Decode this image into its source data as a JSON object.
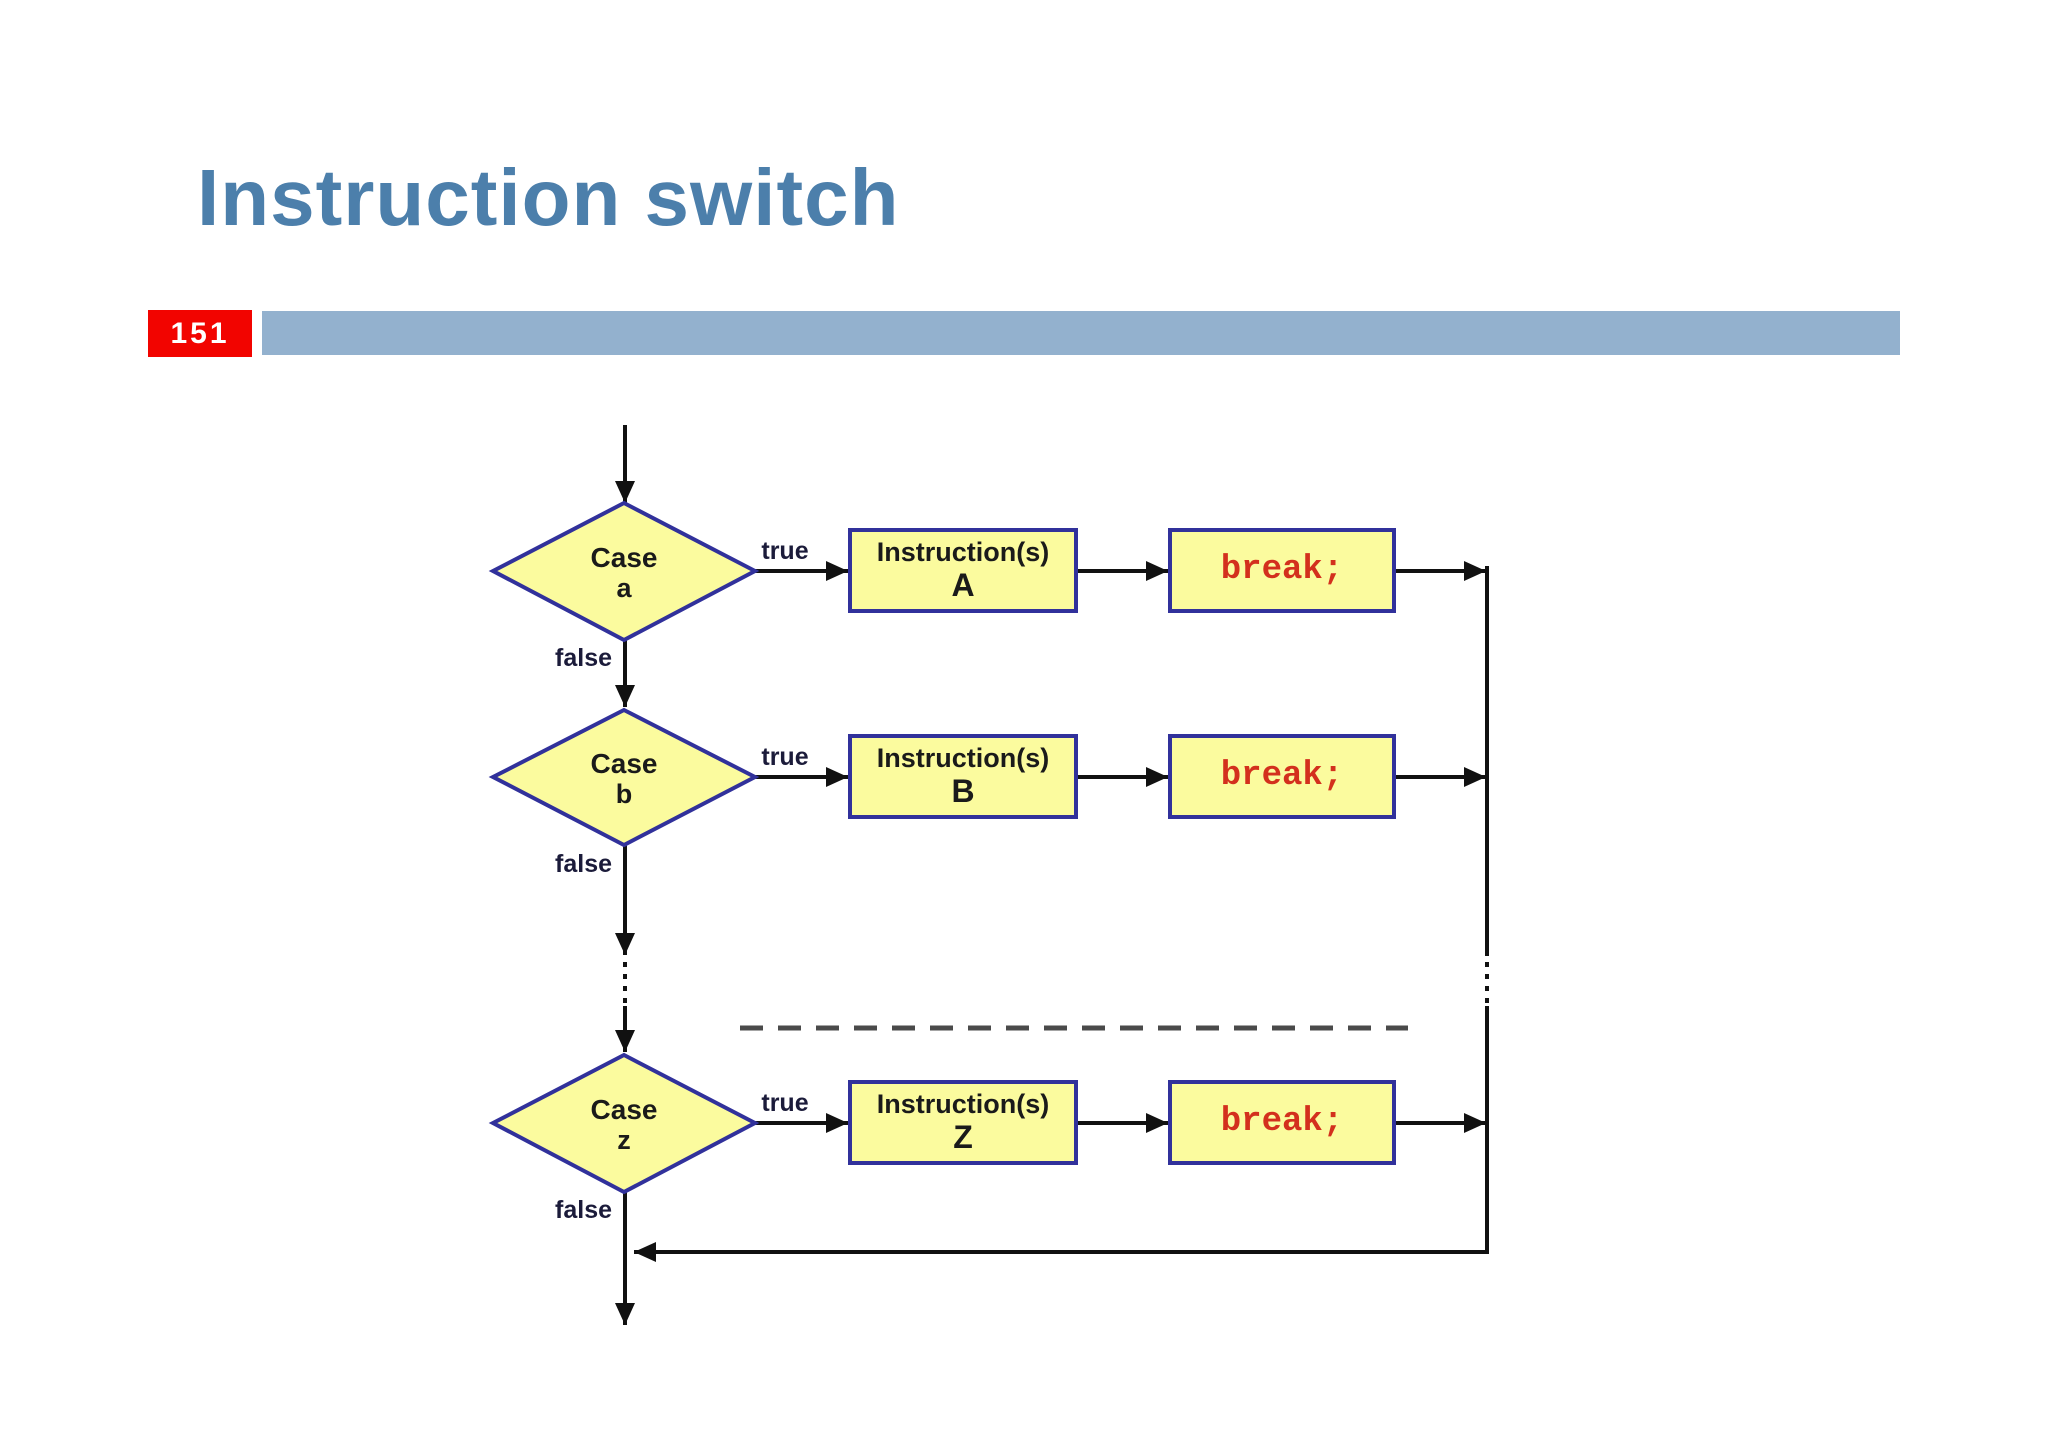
{
  "slide": {
    "title": "Instruction switch",
    "page_number": "151"
  },
  "colors": {
    "title_blue": "#4C7FAB",
    "header_bar_blue": "#93B1CE",
    "page_badge_red": "#F20400",
    "shape_fill_yellow": "#FBFB9E",
    "shape_border_indigo": "#31319B",
    "break_text_red": "#D3301D",
    "line_black": "#111111"
  },
  "flowchart": {
    "rows": [
      {
        "case_line1": "Case",
        "case_line2": "a",
        "true_label": "true",
        "false_label": "false",
        "instr_line1": "Instruction(s)",
        "instr_line2": "A",
        "break_label": "break;"
      },
      {
        "case_line1": "Case",
        "case_line2": "b",
        "true_label": "true",
        "false_label": "false",
        "instr_line1": "Instruction(s)",
        "instr_line2": "B",
        "break_label": "break;"
      },
      {
        "case_line1": "Case",
        "case_line2": "z",
        "true_label": "true",
        "false_label": "false",
        "instr_line1": "Instruction(s)",
        "instr_line2": "Z",
        "break_label": "break;"
      }
    ]
  }
}
